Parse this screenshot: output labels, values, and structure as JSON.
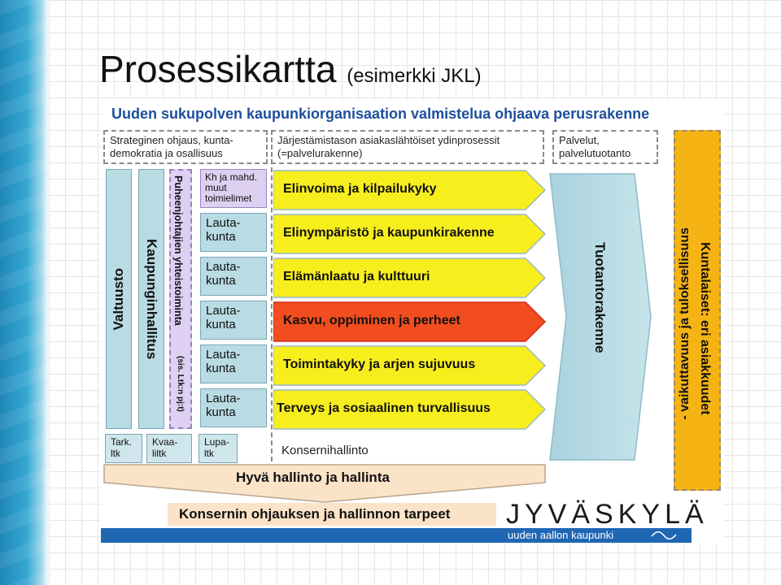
{
  "slide": {
    "title": "Prosessikartta",
    "subtitle": "(esimerkki JKL)"
  },
  "diagram": {
    "heading": "Uuden sukupolven kaupunkiorganisaation valmistelua ohjaava perusrakenne",
    "columns": {
      "strategic": "Strateginen ohjaus, kunta-\ndemokratia ja osallisuus",
      "core": "Järjestämistason asiakaslähtöiset ydinprosessit\n(=palvelurakenne)",
      "services": "Palvelut,\npalvelutuotanto"
    },
    "governance": {
      "valtuusto": "Valtuusto",
      "kaupunginhallitus": "Kaupunginhallitus",
      "puheenjohtajat": "Puheenjohtajien yhteistoiminta",
      "puheenjohtajat_note": "(sis. Ltk:n pj:t)",
      "kh": "Kh ja mahd.\nmuut\ntoimielimet",
      "lautakunnat": [
        "Lauta-\nkunta",
        "Lauta-\nkunta",
        "Lauta-\nkunta",
        "Lauta-\nkunta",
        "Lauta-\nkunta"
      ],
      "small_boxes": [
        "Tark.\nltk",
        "Kvaa-\nliltk",
        "Lupa-\nltk"
      ]
    },
    "processes": [
      {
        "label": "Elinvoima ja kilpailukyky",
        "color": "#f7ee1e"
      },
      {
        "label": "Elinympäristö ja kaupunkirakenne",
        "color": "#f7ee1e"
      },
      {
        "label": "Elämänlaatu ja kulttuuri",
        "color": "#f7ee1e"
      },
      {
        "label": "Kasvu, oppiminen ja perheet",
        "color": "#f24d1f"
      },
      {
        "label": "Toimintakyky ja arjen sujuvuus",
        "color": "#f7ee1e"
      },
      {
        "label": "Terveys ja sosiaalinen turvallisuus",
        "color": "#f7ee1e"
      }
    ],
    "konsernihallinto": "Konsernihallinto",
    "tuotantorakenne": "Tuotantorakenne",
    "kuntalaiset_line1": "Kuntalaiset: eri asiakkuudet",
    "kuntalaiset_line2": "- vaikuttavuus ja tuloksellisuus",
    "hyva_hallinto": "Hyvä hallinto ja hallinta",
    "konsernin_ohjaus": "Konsernin ohjauksen ja hallinnon tarpeet",
    "brand": "JYVÄSKYLÄ",
    "brand_tagline": "uuden aallon kaupunki"
  },
  "colors": {
    "heading_blue": "#1d4f9c",
    "process_yellow": "#f7ee1e",
    "process_highlight": "#f24d1f",
    "governance_blue": "#b9dbe3",
    "kuntalaiset_orange": "#f6b414",
    "hallinto_peach": "#fbe3c8",
    "bottom_bar": "#1f67b3"
  }
}
